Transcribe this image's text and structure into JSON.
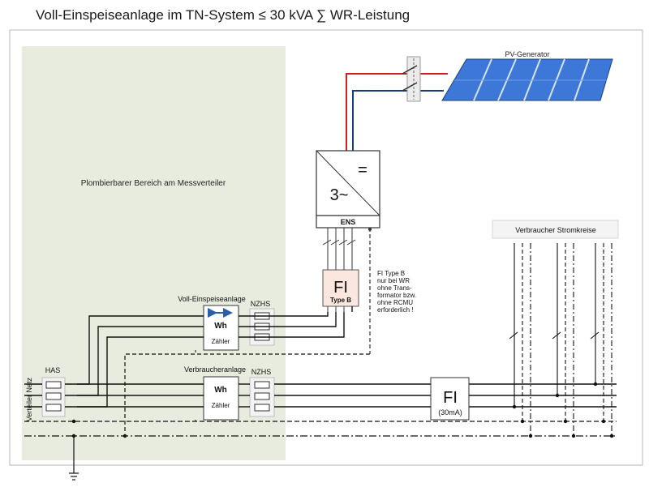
{
  "title": "Voll-Einspeiseanlage im TN-System ≤ 30 kVA ∑ WR-Leistung",
  "sealed_area_label": "Plombierbarer Bereich am Messverteiler",
  "pv_label": "PV-Generator",
  "inverter": {
    "dc_symbol": "=",
    "ac_symbol": "3~",
    "ens_label": "ENS"
  },
  "rcd_b": {
    "symbol": "FI",
    "type_label": "Type B"
  },
  "rcd_b_note": [
    "FI Type B",
    "nur bei WR",
    "ohne Trans-",
    "formator bzw.",
    "ohne RCMU",
    "erforderlich !"
  ],
  "feed_meter": {
    "caption": "Voll-Einspeiseanlage",
    "unit": "Wh",
    "label": "Zähler",
    "fuse_caption": "NZHS"
  },
  "consumer_meter": {
    "caption": "Verbraucheranlage",
    "unit": "Wh",
    "label": "Zähler",
    "fuse_caption": "NZHS"
  },
  "has_label": "HAS",
  "grid_label": "Verteiler Netz",
  "rcd_consumer": {
    "symbol": "FI",
    "rating": "(30mA)"
  },
  "circuits_label": "Verbraucher Stromkreise",
  "colors": {
    "dc_positive": "#cc2020",
    "dc_negative": "#1a3d7a",
    "sealed_area": "#e8ecdf",
    "pv_panel": "#3d78d8",
    "rcd_b_fill": "#fbe7dd"
  }
}
